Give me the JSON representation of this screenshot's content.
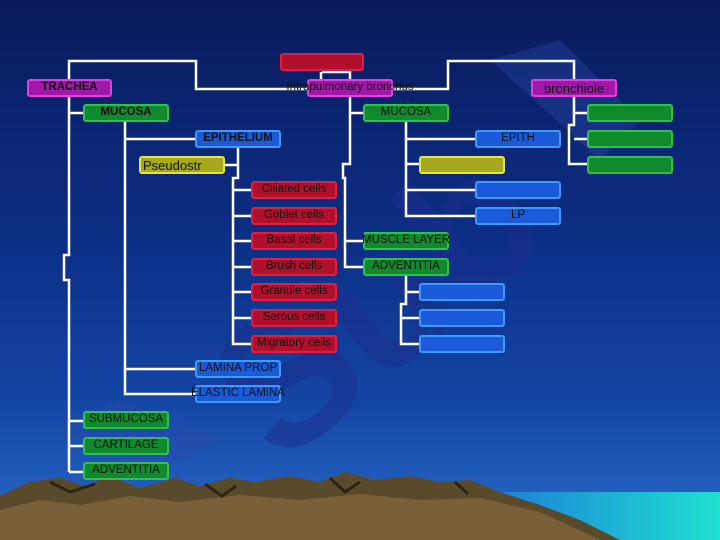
{
  "boxes": {
    "top": "",
    "trachea": "TRACHEA",
    "intrapulmonary_bronchus": "Intrapulmonary bronchus",
    "bronchiole": "bronchiole",
    "trachea_mucosa": "MUCOSA",
    "epithelium": "EPITHELIUM",
    "pseudostr": "Pseudostr",
    "ciliated": "Ciliated cells",
    "goblet": "Goblet cells",
    "basal": "Basal cells",
    "brush": "Brush cells",
    "granule": "Granule cells",
    "serous": "Serous cells",
    "migratory": "Migratory cells",
    "lamina_prop": "LAMINA PROP",
    "elastic_lamina": "ELASTIC LAMINA",
    "submucosa": "SUBMUCOSA",
    "cartilage": "CARTILAGE",
    "trachea_adventitia": "ADVENTITIA",
    "bronchus_mucosa": "MUCOSA",
    "bronchus_epith": "EPITH",
    "bronchus_olive": "",
    "bronchus_blue_1": "",
    "bronchus_lp": "LP",
    "muscle_layer": "MUSCLE LAYER",
    "bronchus_adventitia": "ADVENTITIA",
    "adv_blue_1": "",
    "adv_blue_2": "",
    "adv_blue_3": "",
    "bronchiole_1": "",
    "bronchiole_2": "",
    "bronchiole_3": ""
  },
  "colors": {
    "red": "#b0102c",
    "magenta": "#a018a8",
    "green": "#118a2e",
    "blue": "#1a5ad8",
    "olive": "#a8a820",
    "connector": "#ffffff"
  }
}
